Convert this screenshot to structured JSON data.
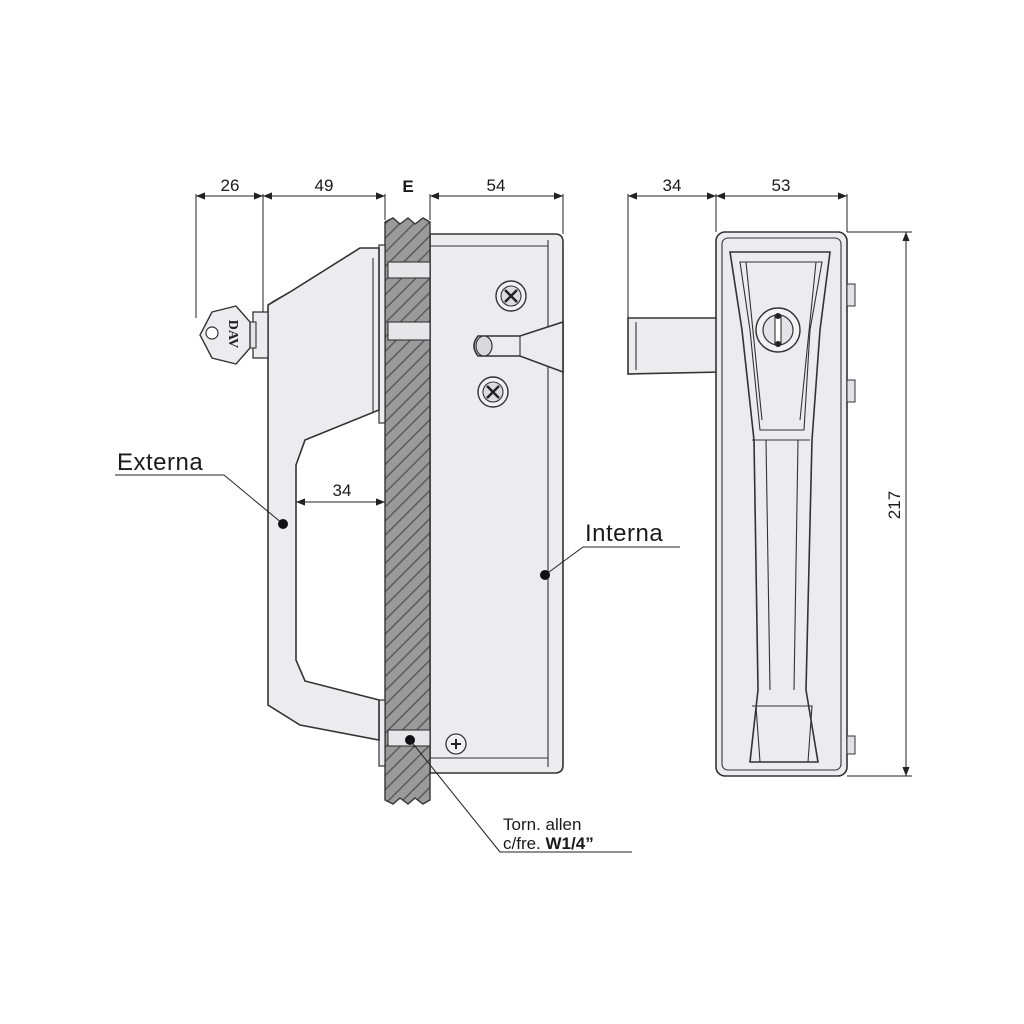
{
  "dimensions": {
    "key_offset": "26",
    "handle_depth": "49",
    "panel_thickness": "E",
    "interior_depth": "54",
    "grip_clearance": "34",
    "side_handle_projection": "34",
    "side_width": "53",
    "overall_height": "217"
  },
  "labels": {
    "external": "Externa",
    "internal": "Interna",
    "screw_note_line1": "Torn. allen",
    "screw_note_line2_prefix": "c/fre. ",
    "screw_note_line2_bold": "W1/4”"
  },
  "key_marking": "DAV",
  "colors": {
    "body_fill": "#ececef",
    "outline": "#333333",
    "panel_hatch": "#8a8a8a"
  }
}
